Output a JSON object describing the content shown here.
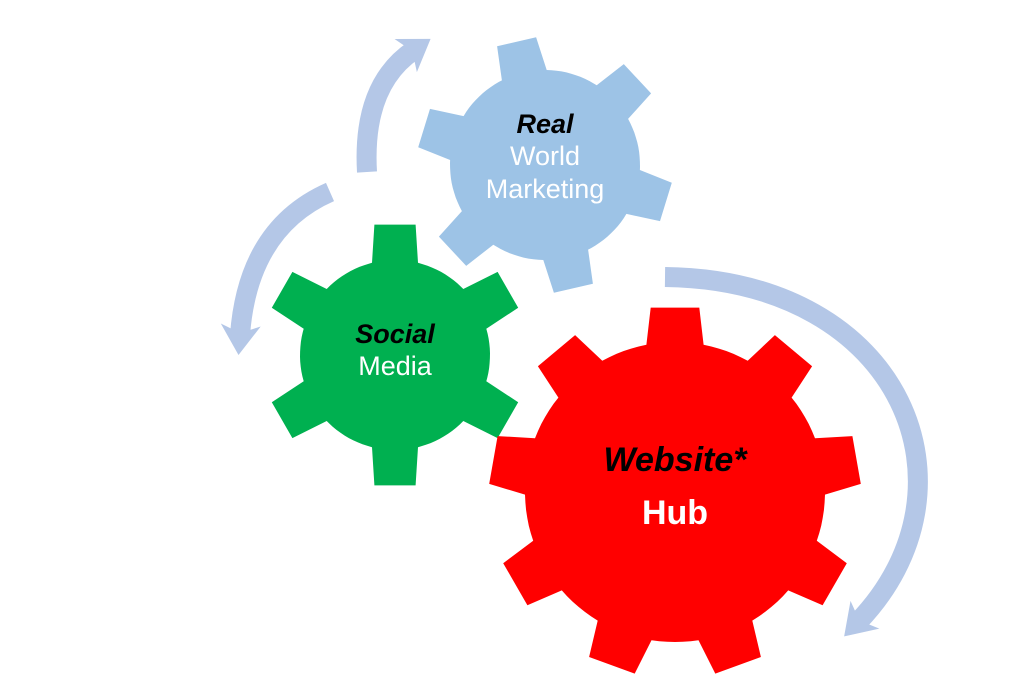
{
  "colors": {
    "red_gear": "#FF0000",
    "green_gear": "#00B050",
    "blue_gear": "#9DC3E6",
    "arrow": "#B4C7E7"
  },
  "gears": {
    "real_world": {
      "title": "Real",
      "line1": "World",
      "line2": "Marketing"
    },
    "social": {
      "title": "Social",
      "line1": "Media"
    },
    "website": {
      "title": "Website*",
      "line1": "Hub"
    }
  }
}
